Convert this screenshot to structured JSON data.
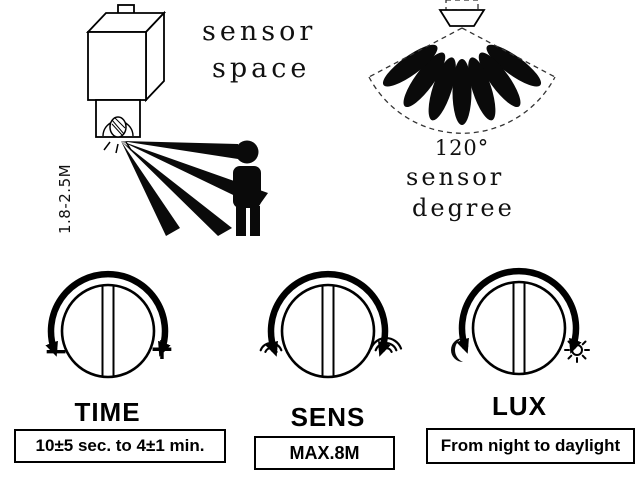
{
  "colors": {
    "ink": "#000000",
    "background": "#ffffff"
  },
  "wall_sensor": {
    "height_label": "1.8-2.5M",
    "caption_line1": "sensor",
    "caption_line2": "space"
  },
  "ceiling_sensor": {
    "angle_label": "120°",
    "caption_line1": "sensor",
    "caption_line2": "degree"
  },
  "dials": {
    "time": {
      "label": "TIME",
      "range_text": "10±5 sec. to 4±1 min.",
      "minus_symbol": "−",
      "plus_symbol": "+"
    },
    "sens": {
      "label": "SENS",
      "range_text": "MAX.8M"
    },
    "lux": {
      "label": "LUX",
      "range_text": "From night to daylight"
    }
  }
}
